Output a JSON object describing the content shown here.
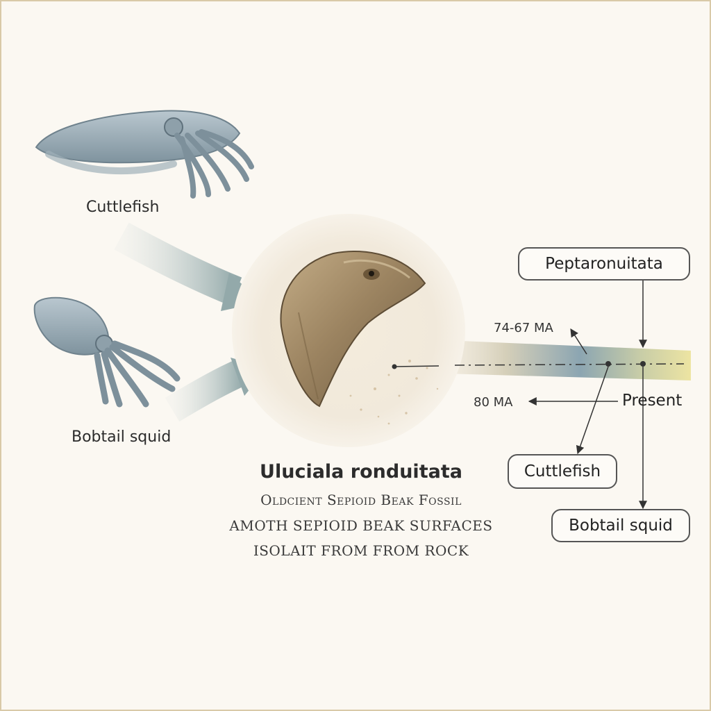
{
  "species": {
    "cuttlefish": "Cuttlefish",
    "bobtail": "Bobtail squid"
  },
  "fossil": {
    "title": "Uluciala ronduitata",
    "lines": [
      "Oldcient Sepioid Beak Fossil",
      "Amoth Sepioid Beak surfaces",
      "Isolait from From Rock"
    ]
  },
  "timeline": {
    "top_box": "Peptaronuitata",
    "ma_upper": "74-67 MA",
    "ma_lower": "80 MA",
    "present": "Present",
    "box_cuttlefish": "Cuttlefish",
    "box_bobtail": "Bobtail squid"
  },
  "colors": {
    "background": "#fbf8f2",
    "fossil": "#9c8461",
    "cephalopod": "#8fa2ad",
    "arrow": "#9fb0b0",
    "timeline_blue": "#7e9aaa",
    "timeline_yellow": "#ece5a4"
  },
  "icons": [
    "cuttlefish-illustration",
    "bobtail-squid-illustration",
    "beak-fossil-illustration"
  ]
}
